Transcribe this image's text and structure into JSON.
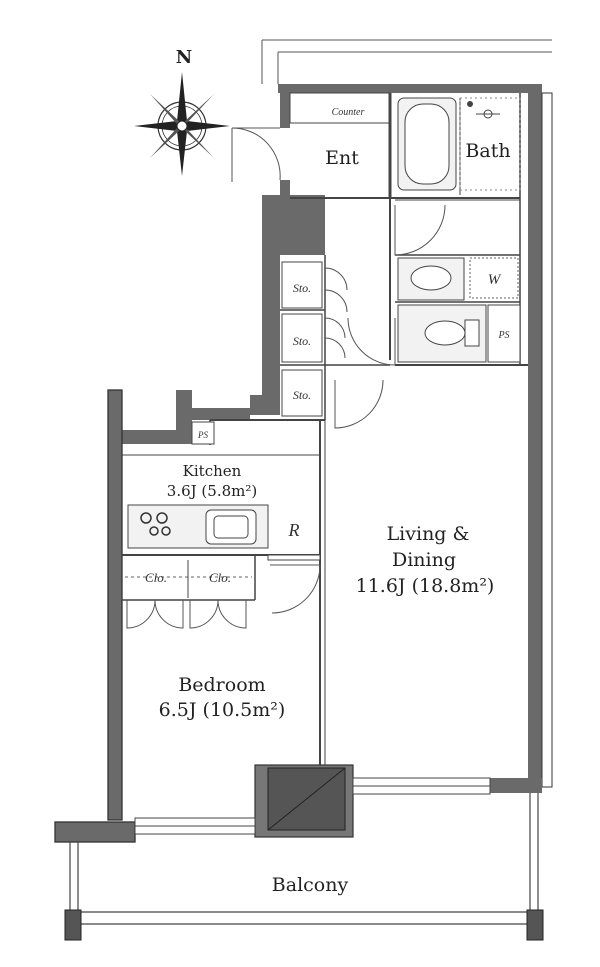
{
  "compass": {
    "north_label": "N"
  },
  "rooms": {
    "entrance": "Ent",
    "bath": "Bath",
    "kitchen": {
      "name": "Kitchen",
      "size": "3.6J (5.8m²)"
    },
    "living": {
      "line1": "Living &",
      "line2": "Dining",
      "size": "11.6J (18.8m²)"
    },
    "bedroom": {
      "name": "Bedroom",
      "size": "6.5J (10.5m²)"
    },
    "balcony": "Balcony"
  },
  "fixtures": {
    "counter": "Counter",
    "storage": [
      "Sto.",
      "Sto.",
      "Sto."
    ],
    "closets": [
      "Clo.",
      "Clo."
    ],
    "pipe_space": [
      "PS",
      "PS"
    ],
    "washer": "W",
    "refrigerator": "R"
  }
}
